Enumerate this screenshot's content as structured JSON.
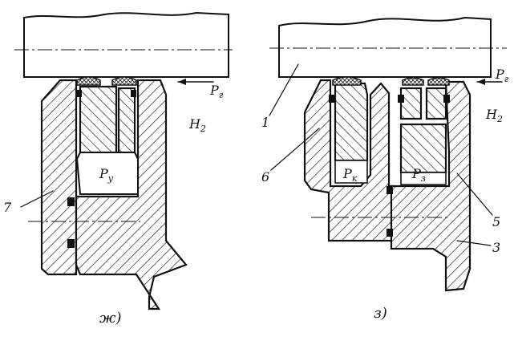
{
  "figures": [
    {
      "caption": "ж)",
      "labels": {
        "pressure_gas": "P",
        "pressure_gas_sub": "г",
        "gas": "H",
        "gas_sub": "2",
        "pressure_seal": "P",
        "pressure_seal_sub": "у",
        "part_7": "7"
      }
    },
    {
      "caption": "з)",
      "labels": {
        "pressure_gas": "P",
        "pressure_gas_sub": "г",
        "gas": "H",
        "gas_sub": "2",
        "pressure_k": "P",
        "pressure_k_sub": "к",
        "pressure_3": "P",
        "pressure_3_sub": "з",
        "part_1": "1",
        "part_6": "6",
        "part_5": "5",
        "part_3": "3"
      }
    }
  ]
}
